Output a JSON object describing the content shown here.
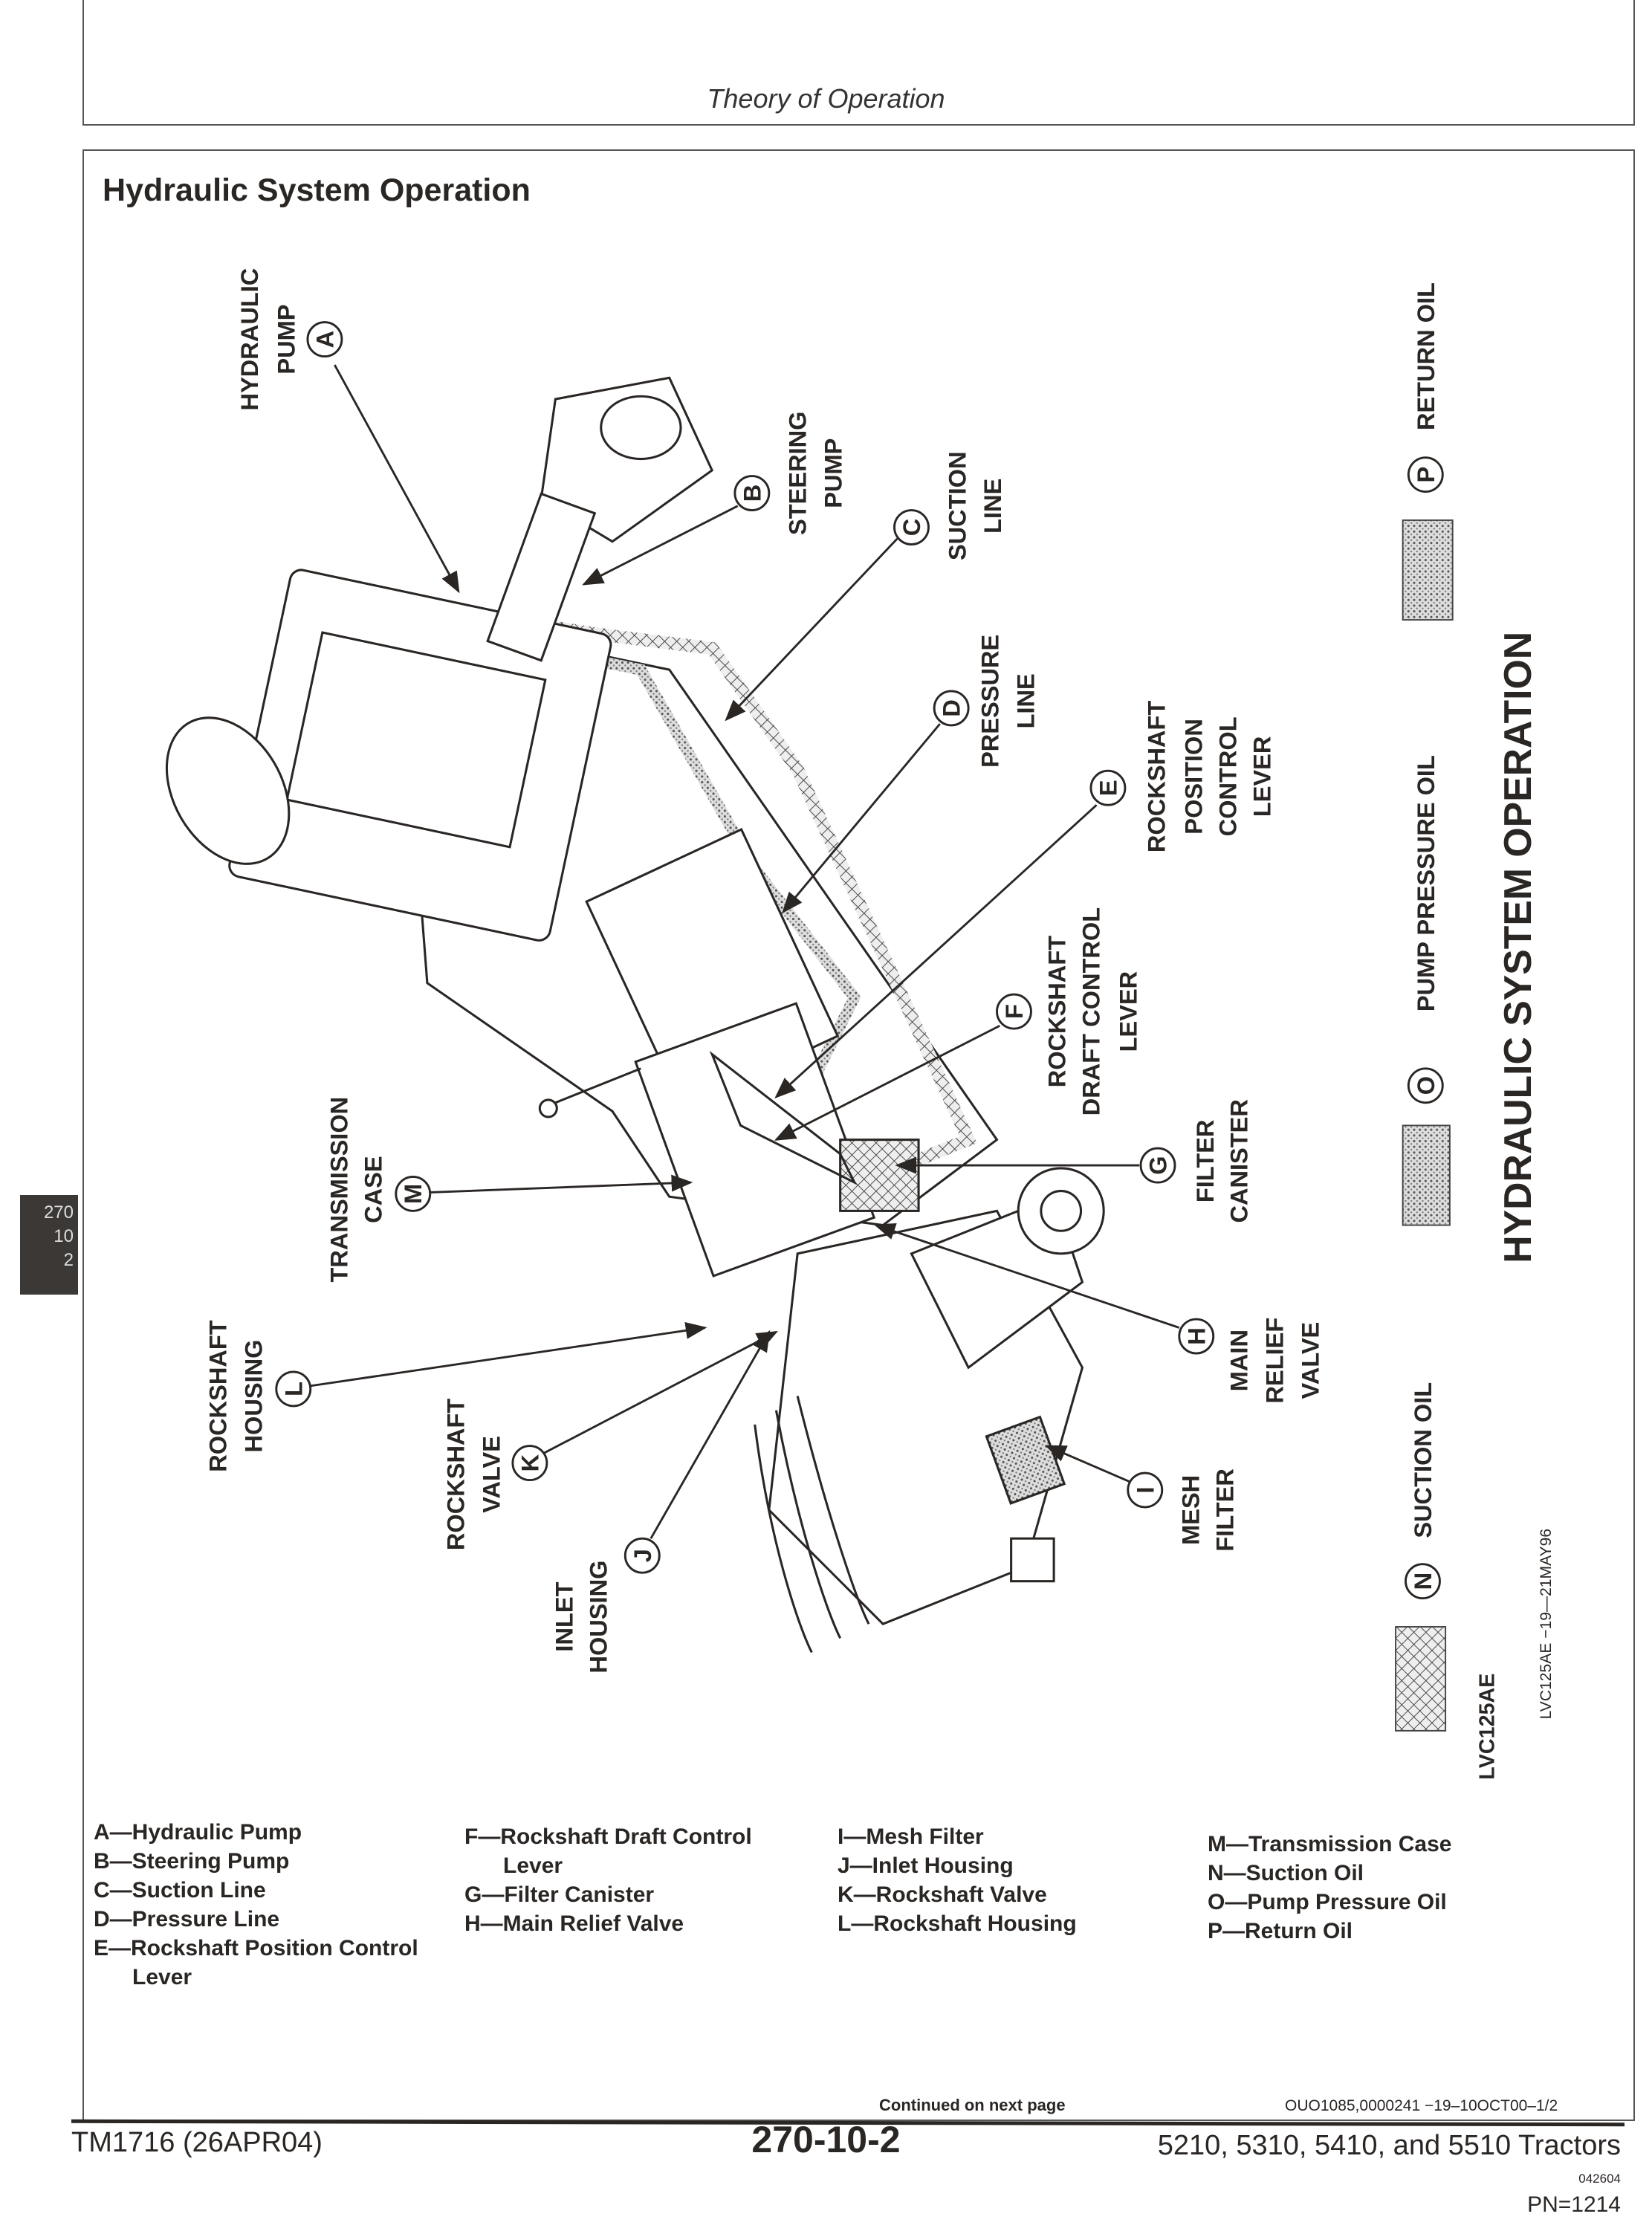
{
  "header": {
    "running_title": "Theory of Operation"
  },
  "section_title": "Hydraulic System Operation",
  "side_tab": [
    "270",
    "10",
    "2"
  ],
  "callouts": {
    "A": {
      "letter": "A",
      "lines": [
        "HYDRAULIC",
        "PUMP"
      ]
    },
    "B": {
      "letter": "B",
      "lines": [
        "STEERING",
        "PUMP"
      ]
    },
    "C": {
      "letter": "C",
      "lines": [
        "SUCTION",
        "LINE"
      ]
    },
    "D": {
      "letter": "D",
      "lines": [
        "PRESSURE",
        "LINE"
      ]
    },
    "E": {
      "letter": "E",
      "lines": [
        "ROCKSHAFT",
        "POSITION",
        "CONTROL",
        "LEVER"
      ]
    },
    "F": {
      "letter": "F",
      "lines": [
        "ROCKSHAFT",
        "DRAFT CONTROL",
        "LEVER"
      ]
    },
    "G": {
      "letter": "G",
      "lines": [
        "FILTER",
        "CANISTER"
      ]
    },
    "H": {
      "letter": "H",
      "lines": [
        "MAIN",
        "RELIEF",
        "VALVE"
      ]
    },
    "I": {
      "letter": "I",
      "lines": [
        "MESH",
        "FILTER"
      ]
    },
    "J": {
      "letter": "J",
      "lines": [
        "INLET",
        "HOUSING"
      ]
    },
    "K": {
      "letter": "K",
      "lines": [
        "ROCKSHAFT",
        "VALVE"
      ]
    },
    "L": {
      "letter": "L",
      "lines": [
        "ROCKSHAFT",
        "HOUSING"
      ]
    },
    "M": {
      "letter": "M",
      "lines": [
        "TRANSMISSION",
        "CASE"
      ]
    }
  },
  "oil_key": {
    "title": "HYDRAULIC SYSTEM OPERATION",
    "return": {
      "letter": "P",
      "label": "RETURN OIL"
    },
    "pressure": {
      "letter": "O",
      "label": "PUMP PRESSURE OIL"
    },
    "suction": {
      "letter": "N",
      "label": "SUCTION OIL"
    }
  },
  "figure_id": "LVC125AE",
  "figure_ref": "LVC125AE  −19—21MAY96",
  "legend": [
    [
      "A—Hydraulic Pump",
      "B—Steering Pump",
      "C—Suction Line",
      "D—Pressure Line",
      "E—Rockshaft Position Control",
      "Lever"
    ],
    [
      "F—Rockshaft Draft Control",
      "Lever",
      "G—Filter Canister",
      "H—Main Relief Valve"
    ],
    [
      "I—Mesh Filter",
      "J—Inlet Housing",
      "K—Rockshaft Valve",
      "L—Rockshaft Housing"
    ],
    [
      "M—Transmission Case",
      "N—Suction Oil",
      "O—Pump Pressure Oil",
      "P—Return Oil"
    ]
  ],
  "footer": {
    "continued": "Continued on next page",
    "ref_code": "OUO1085,0000241  −19–10OCT00–1/2",
    "manual_id": "TM1716 (26APR04)",
    "page_number": "270-10-2",
    "models": "5210, 5310, 5410, and 5510 Tractors",
    "date_code": "042604",
    "pn": "PN=1214"
  }
}
